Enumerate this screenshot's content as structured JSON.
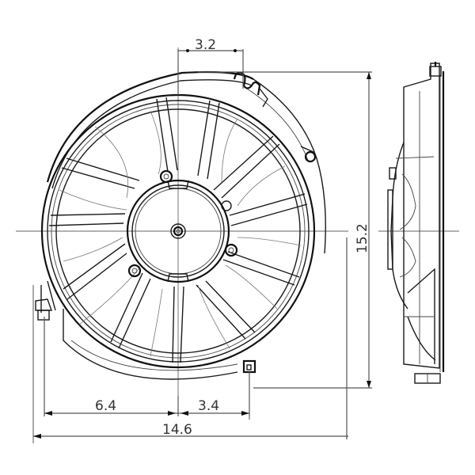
{
  "diagram": {
    "subject": "Radiator cooling fan assembly",
    "views": [
      {
        "name": "front-view",
        "description": "Fan assembly front elevation with 10 blades, hub with 3 mounting bosses, circular shroud"
      },
      {
        "name": "side-view",
        "description": "Fan assembly side profile"
      }
    ],
    "dimensions": {
      "top_offset": "3.2",
      "height": "15.2",
      "left_to_center": "6.4",
      "center_to_mount": "3.4",
      "overall_width": "14.6"
    },
    "blade_count": 10,
    "colors": {
      "line": "#1a1a1a",
      "dimension_line": "#555555",
      "text": "#333333",
      "background": "#ffffff"
    }
  }
}
